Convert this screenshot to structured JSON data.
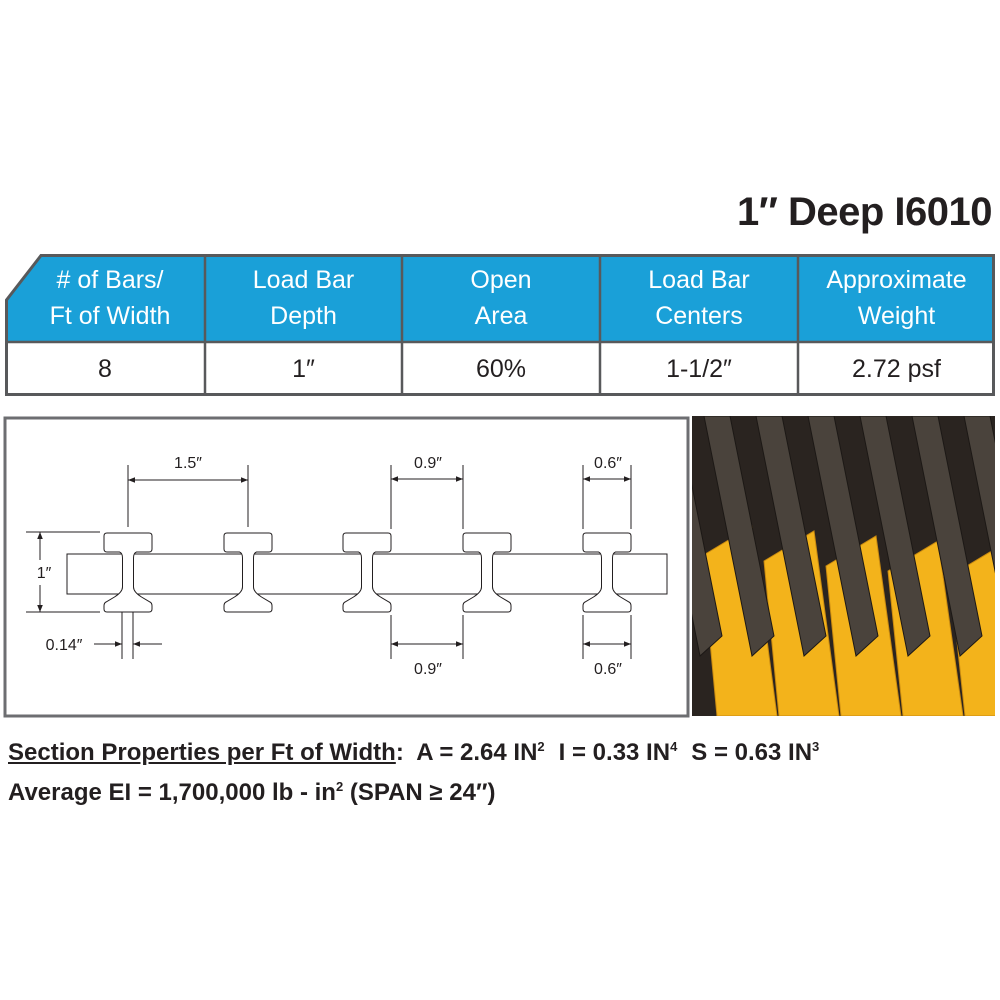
{
  "title": "1″ Deep I6010",
  "table": {
    "headers": [
      [
        "# of Bars/",
        "Ft of Width"
      ],
      [
        "Load Bar",
        "Depth"
      ],
      [
        "Open",
        "Area"
      ],
      [
        "Load Bar",
        "Centers"
      ],
      [
        "Approximate",
        "Weight"
      ]
    ],
    "values": [
      "8",
      "1″",
      "60%",
      "1-1/2″",
      "2.72 psf"
    ]
  },
  "diagram": {
    "dim_centers": "1.5″",
    "dim_top_gap": "0.9″",
    "dim_top_flange": "0.6″",
    "dim_depth": "1″",
    "dim_web": "0.14″",
    "dim_bottom_gap": "0.9″",
    "dim_bottom_flange": "0.6″"
  },
  "properties": {
    "heading": "Section Properties per Ft of Width",
    "area": "A = 2.64 IN",
    "area_exp": "2",
    "inertia": "I = 0.33 IN",
    "inertia_exp": "4",
    "section_modulus": "S = 0.63 IN",
    "section_modulus_exp": "3",
    "ei_line_a": "Average EI = 1,700,000 lb - in",
    "ei_exp": "2",
    "ei_line_b": " (SPAN ≥ 24″)"
  },
  "colors": {
    "header_blue": "#1aa0d8",
    "border": "#58595b",
    "fiberglass_yellow": "#f3b31b",
    "grit_dark": "#3a342e"
  }
}
